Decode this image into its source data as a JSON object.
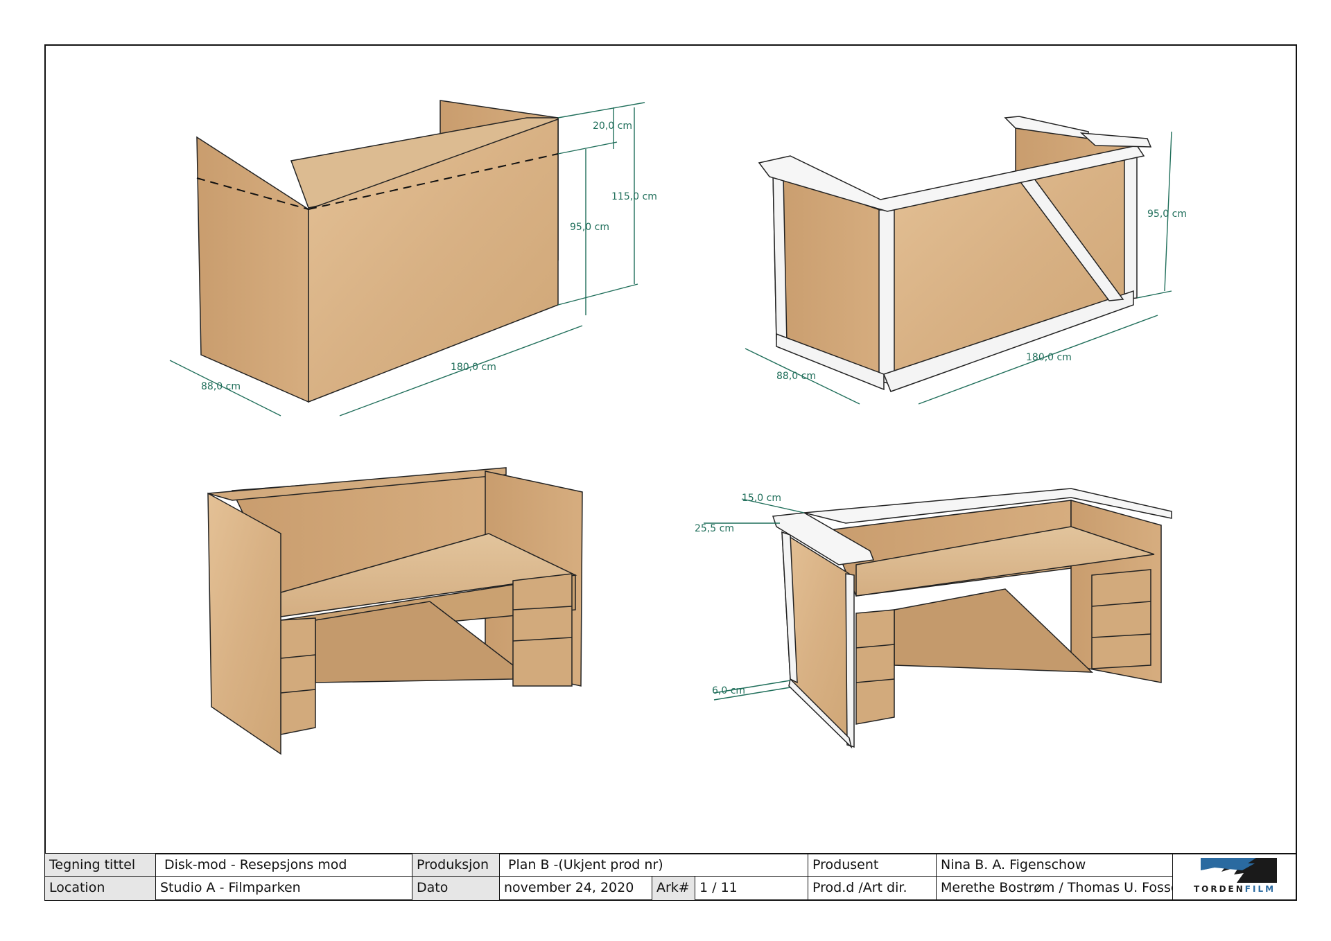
{
  "dimensions": {
    "view1_depth": "88,0 cm",
    "view1_width": "180,0 cm",
    "view1_height_counter": "95,0 cm",
    "view1_height_total": "115,0 cm",
    "view1_top_step": "20,0 cm",
    "view2_depth": "88,0 cm",
    "view2_width": "180,0 cm",
    "view2_height": "95,0 cm",
    "view4_top_overhang": "15,0 cm",
    "view4_top_depth": "25,5 cm",
    "view4_trim": "6,0 cm"
  },
  "title_block": {
    "title_label": "Tegning tittel",
    "title_value": "Disk-mod - Resepsjons mod",
    "production_label": "Produksjon",
    "production_value": "Plan B -(Ukjent prod nr)",
    "producer_label": "Produsent",
    "producer_value": "Nina B. A. Figenschow",
    "location_label": "Location",
    "location_value": "Studio A - Filmparken",
    "date_label": "Dato",
    "date_value": "november 24, 2020",
    "sheet_label": "Ark#",
    "sheet_value": "1 / 11",
    "artdir_label": "Prod.d /Art dir.",
    "artdir_value": "Merethe Bostrøm / Thomas U. Fosseli",
    "logo_part1": "TORDEN",
    "logo_part2": "FILM"
  },
  "colors": {
    "wood": "#d9b58a",
    "wood_dark": "#c49a6c",
    "wood_light": "#e8c9a0",
    "trim_white": "#f4f4f4",
    "dimension_green": "#1f6e5a",
    "logo_blue": "#2a6aa0"
  }
}
